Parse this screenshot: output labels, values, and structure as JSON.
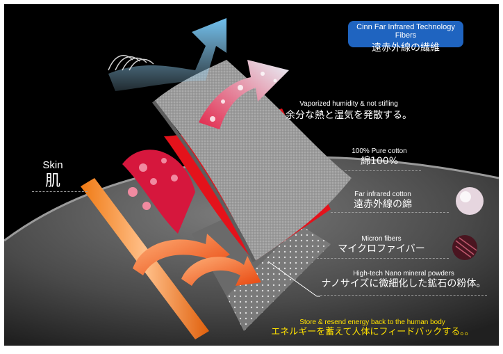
{
  "header": {
    "title_en": "Cinn Far Infrared Technology Fibers",
    "title_jp": "遠赤外線の繊維"
  },
  "labels": {
    "vapor_en": "Vaporized humidity & not stifling",
    "vapor_jp": "余分な熱と湿気を発散する。",
    "cotton_en": "100% Pure cotton",
    "cotton_jp": "綿100%",
    "far_en": "Far infrared cotton",
    "far_jp": "遠赤外線の綿",
    "micron_en": "Micron fibers",
    "micron_jp": "マイクロファイバー",
    "nano_en": "High-tech Nano mineral powders",
    "nano_jp": "ナノサイズに微細化した鉱石の粉体。",
    "skin_en": "Skin",
    "skin_jp": "肌",
    "store_en": "Store & resend energy back to the human body",
    "store_jp": "エネルギーを蓄えて人体にフィードバックする。。"
  },
  "colors": {
    "badge": "#1f64c0",
    "accent_yellow": "#ffe100",
    "layer_red": "#e4121b",
    "layer_gray": "#8f8f8f"
  }
}
